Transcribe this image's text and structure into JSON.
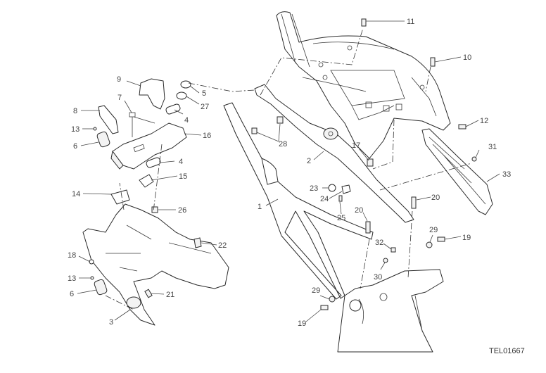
{
  "diagram": {
    "title": "Rear subframe / tail assembly exploded view",
    "drawing_code": "TEL01667",
    "callouts": [
      {
        "id": "c1",
        "label": "1"
      },
      {
        "id": "c2",
        "label": "2"
      },
      {
        "id": "c3",
        "label": "3"
      },
      {
        "id": "c4a",
        "label": "4"
      },
      {
        "id": "c4b",
        "label": "4"
      },
      {
        "id": "c5",
        "label": "5"
      },
      {
        "id": "c6a",
        "label": "6"
      },
      {
        "id": "c6b",
        "label": "6"
      },
      {
        "id": "c7",
        "label": "7"
      },
      {
        "id": "c8",
        "label": "8"
      },
      {
        "id": "c9",
        "label": "9"
      },
      {
        "id": "c10",
        "label": "10"
      },
      {
        "id": "c11",
        "label": "11"
      },
      {
        "id": "c12",
        "label": "12"
      },
      {
        "id": "c13a",
        "label": "13"
      },
      {
        "id": "c13b",
        "label": "13"
      },
      {
        "id": "c14",
        "label": "14"
      },
      {
        "id": "c15",
        "label": "15"
      },
      {
        "id": "c16",
        "label": "16"
      },
      {
        "id": "c17",
        "label": "17"
      },
      {
        "id": "c18",
        "label": "18"
      },
      {
        "id": "c19a",
        "label": "19"
      },
      {
        "id": "c19b",
        "label": "19"
      },
      {
        "id": "c20a",
        "label": "20"
      },
      {
        "id": "c20b",
        "label": "20"
      },
      {
        "id": "c21",
        "label": "21"
      },
      {
        "id": "c22",
        "label": "22"
      },
      {
        "id": "c23",
        "label": "23"
      },
      {
        "id": "c24",
        "label": "24"
      },
      {
        "id": "c25",
        "label": "25"
      },
      {
        "id": "c26",
        "label": "26"
      },
      {
        "id": "c27",
        "label": "27"
      },
      {
        "id": "c28",
        "label": "28"
      },
      {
        "id": "c29a",
        "label": "29"
      },
      {
        "id": "c29b",
        "label": "29"
      },
      {
        "id": "c30",
        "label": "30"
      },
      {
        "id": "c31",
        "label": "31"
      },
      {
        "id": "c32",
        "label": "32"
      },
      {
        "id": "c33",
        "label": "33"
      }
    ]
  }
}
